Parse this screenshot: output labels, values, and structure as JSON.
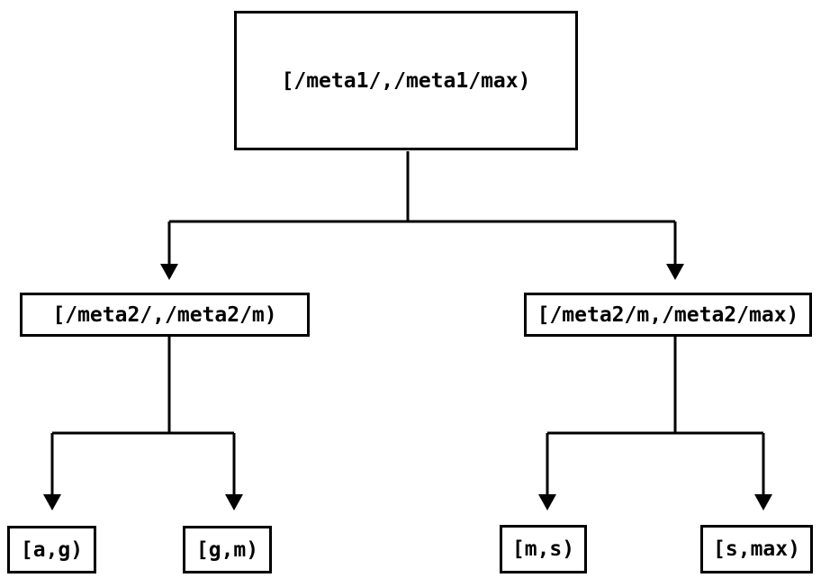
{
  "nodes": {
    "root": {
      "label": "[/meta1/,/meta1/max)"
    },
    "mid_left": {
      "label": "[/meta2/,/meta2/m)"
    },
    "mid_right": {
      "label": "[/meta2/m,/meta2/max)"
    },
    "leaf_1": {
      "label": "[a,g)"
    },
    "leaf_2": {
      "label": "[g,m)"
    },
    "leaf_3": {
      "label": "[m,s)"
    },
    "leaf_4": {
      "label": "[s,max)"
    }
  },
  "colors": {
    "line": "#000000",
    "text": "#000000",
    "background": "#ffffff"
  }
}
